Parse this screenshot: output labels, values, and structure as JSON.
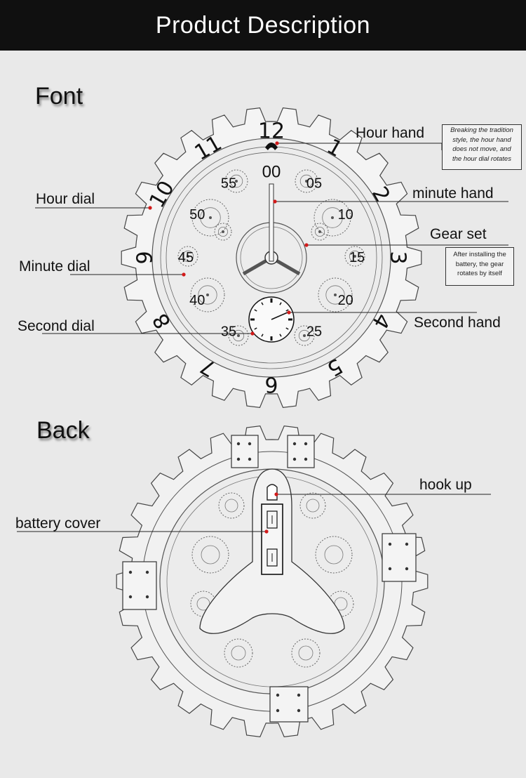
{
  "header": {
    "title": "Product Description"
  },
  "sections": {
    "front_title": "Font",
    "back_title": "Back"
  },
  "front": {
    "hour_numerals": [
      "12",
      "1",
      "2",
      "3",
      "4",
      "5",
      "6",
      "7",
      "8",
      "9",
      "10",
      "11"
    ],
    "minute_numerals": [
      "00",
      "05",
      "10",
      "15",
      "20",
      "25",
      "35",
      "40",
      "45",
      "50",
      "55"
    ],
    "labels": {
      "hour_hand": "Hour hand",
      "minute_hand": "minute hand",
      "gear_set": "Gear set",
      "second_hand": "Second hand",
      "hour_dial": "Hour dial",
      "minute_dial": "Minute dial",
      "second_dial": "Second dial"
    },
    "notes": {
      "hour_hand_note": [
        "Breaking the tradition",
        "style, the hour hand",
        "does not move, and",
        "the hour dial rotates"
      ],
      "gear_note": [
        "After installing the",
        "battery, the gear",
        "rotates by itself"
      ]
    }
  },
  "back": {
    "labels": {
      "hook_up": "hook up",
      "battery_cover": "battery cover"
    }
  },
  "colors": {
    "background": "#e9e9e9",
    "header_bg": "#101010",
    "line": "#333333",
    "marker": "#d21a1a"
  }
}
